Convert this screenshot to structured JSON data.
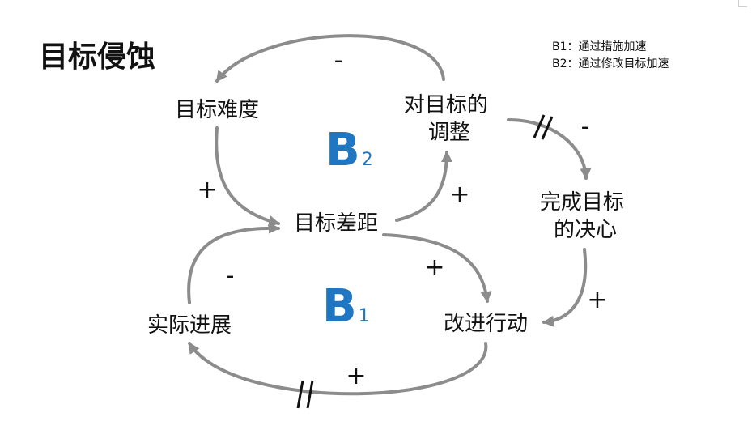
{
  "title": "目标侵蚀",
  "legend": [
    "B1：通过措施加速",
    "B2：通过修改目标加速"
  ],
  "colors": {
    "arrow": "#8c8c8c",
    "loop_label": "#1f77c4",
    "text": "#111111"
  },
  "nodes": {
    "goal_difficulty": [
      "目标难度"
    ],
    "goal_adjust": [
      "对目标的",
      "调整"
    ],
    "resolve": [
      "完成目标",
      "的决心"
    ],
    "goal_gap": [
      "目标差距"
    ],
    "actual_progress": [
      "实际进展"
    ],
    "improve_action": [
      "改进行动"
    ]
  },
  "polarities": {
    "adjust_to_difficulty": "-",
    "difficulty_to_gap": "+",
    "gap_to_adjust": "+",
    "adjust_to_resolve": "-",
    "gap_to_action": "+",
    "resolve_to_action": "+",
    "progress_to_gap": "-",
    "action_to_progress": "+"
  },
  "loops": {
    "b2": {
      "letter": "B",
      "sub": "2"
    },
    "b1": {
      "letter": "B",
      "sub": "1"
    }
  }
}
